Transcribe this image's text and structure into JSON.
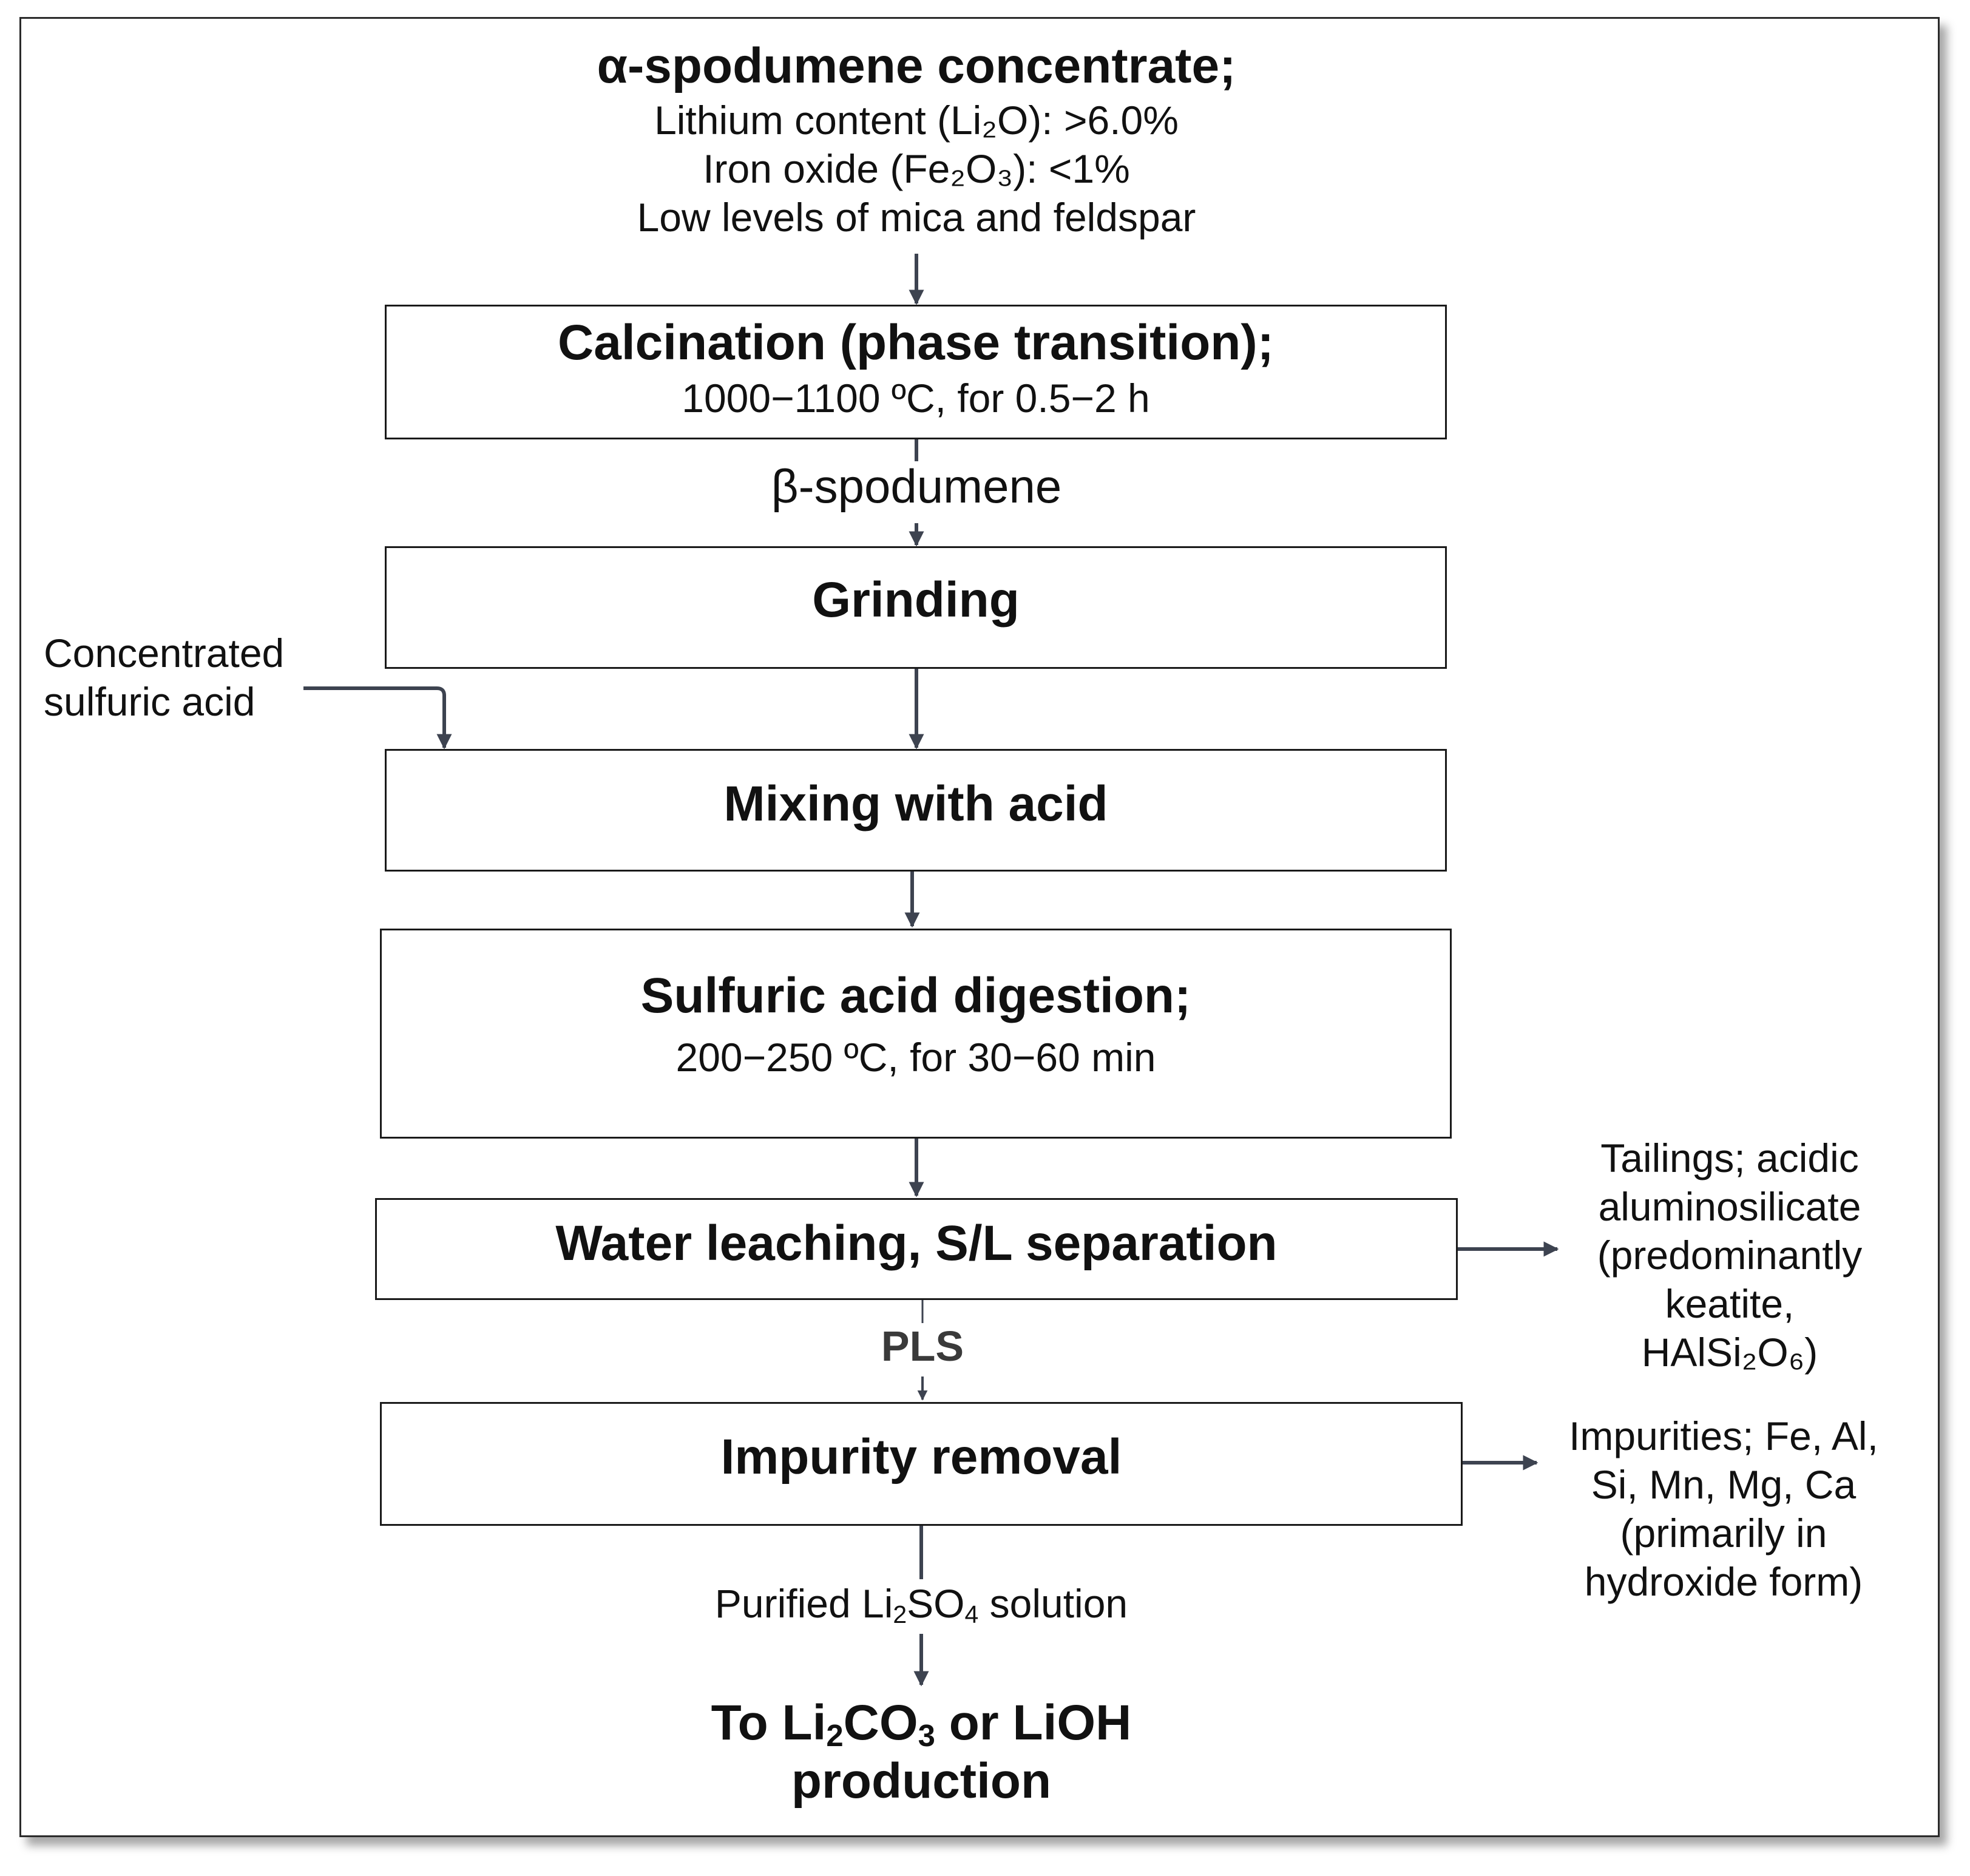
{
  "input": {
    "title": "α-spodumene concentrate;",
    "lines": [
      "Lithium content (Li₂O): >6.0%",
      "Iron oxide (Fe₂O₃): <1%",
      "Low levels of mica and feldspar"
    ]
  },
  "calcination": {
    "title": "Calcination (phase transition);",
    "detail": "1000−1100 ºC, for 0.5−2 h"
  },
  "beta_label": "β-spodumene",
  "grinding": {
    "title": "Grinding"
  },
  "acid_input": {
    "line1": "Concentrated",
    "line2": "sulfuric acid"
  },
  "mixing": {
    "title": "Mixing with acid"
  },
  "digestion": {
    "title": "Sulfuric acid digestion;",
    "detail": "200−250 ºC, for 30−60 min"
  },
  "leaching": {
    "title": "Water leaching, S/L separation"
  },
  "tailings": {
    "lines": [
      "Tailings; acidic",
      "aluminosilicate",
      "(predominantly",
      "keatite,",
      "HAlSi₂O₆)"
    ]
  },
  "pls_label": "PLS",
  "impurity_removal": {
    "title": "Impurity removal"
  },
  "impurities": {
    "lines": [
      "Impurities; Fe, Al,",
      "Si, Mn, Mg, Ca",
      "(primarily in",
      "hydroxide form)"
    ]
  },
  "purified": {
    "pre": "Purified Li",
    "sub1": "2",
    "mid": "SO",
    "sub2": "4",
    "post": " solution"
  },
  "output": {
    "p1": "To Li",
    "s1": "2",
    "p2": "CO",
    "s2": "3",
    "p3": " or  LiOH",
    "line2": "production"
  },
  "colors": {
    "arrow": "#3d4350",
    "border": "#1a1a1a",
    "pls": "#3a3a3a"
  }
}
